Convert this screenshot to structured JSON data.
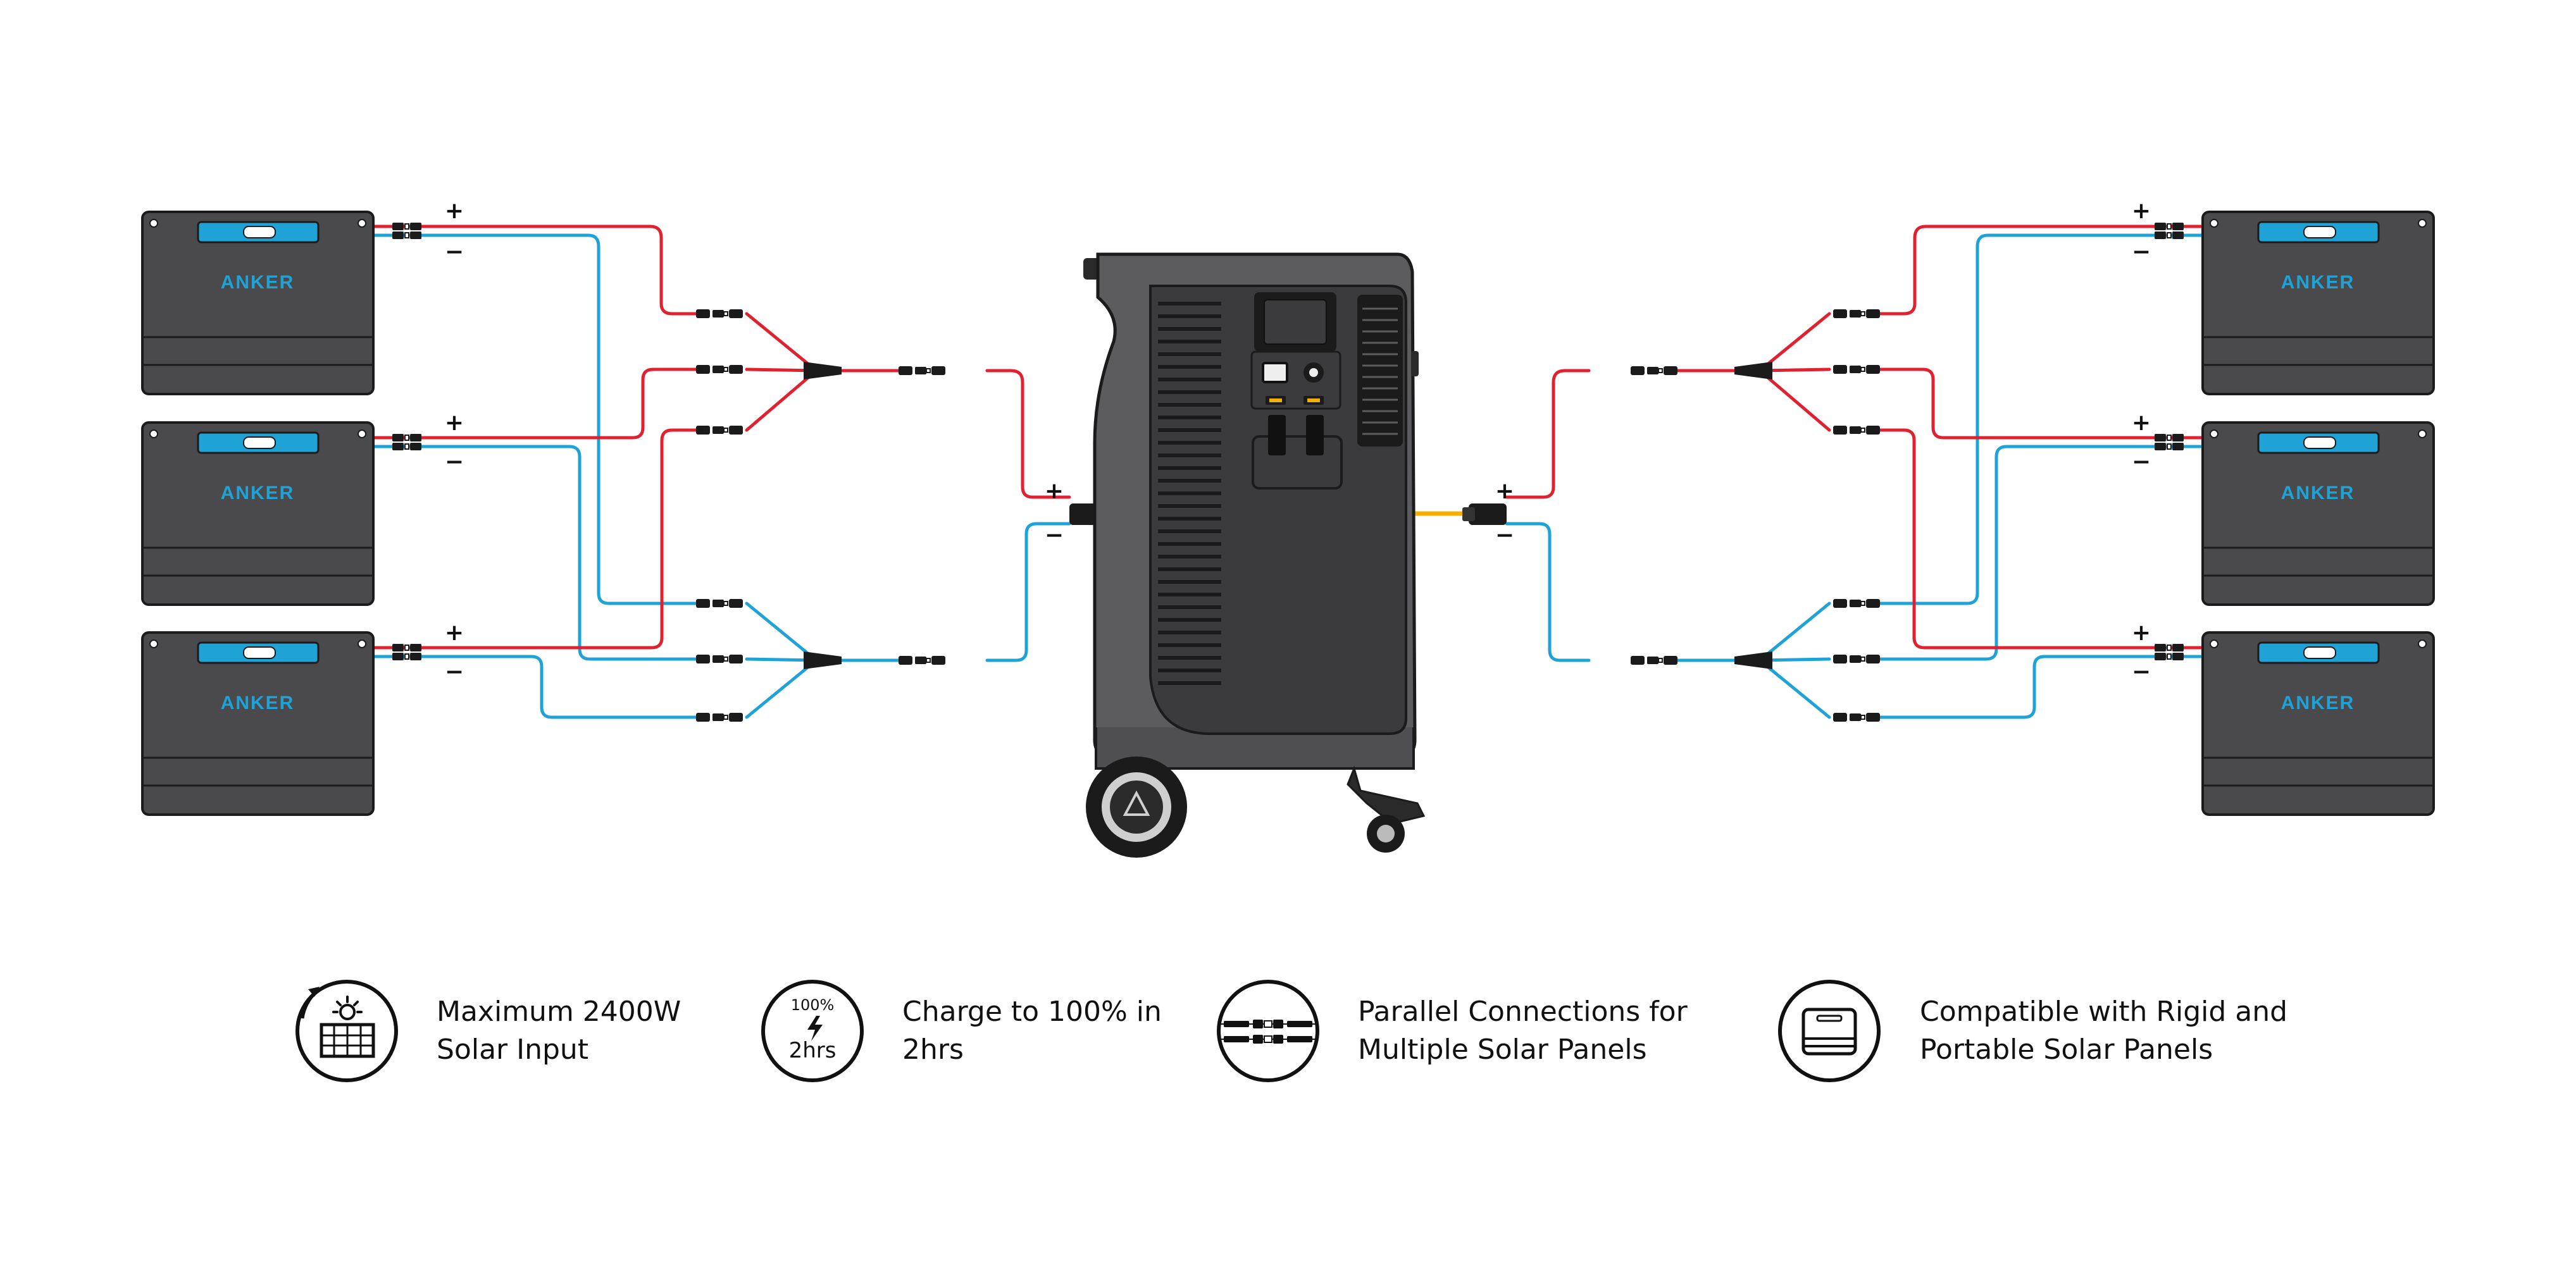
{
  "brand": {
    "panel_logo": "ANKER"
  },
  "polarity": {
    "positive": "+",
    "negative": "−"
  },
  "colors": {
    "positive_cable": "#e0212f",
    "negative_cable": "#1fa3d6",
    "output_cable": "#f4b000",
    "panel_body": "#4a4a4d",
    "panel_strip": "#1fa3d6",
    "unit_body": "#5c5c5f"
  },
  "icons": {
    "f1": "solar-sun-icon",
    "f2": "charge-bolt-icon",
    "f3": "parallel-connector-icon",
    "f4": "rigid-portable-panel-icon"
  },
  "features": [
    {
      "line1": "Maximum 2400W",
      "line2": "Solar Input"
    },
    {
      "line1": "Charge to 100% in",
      "line2": "2hrs",
      "icon_top": "100%",
      "icon_bottom": "2hrs"
    },
    {
      "line1": "Parallel Connections for",
      "line2": "Multiple Solar Panels"
    },
    {
      "line1": "Compatible with Rigid and",
      "line2": "Portable Solar Panels"
    }
  ]
}
